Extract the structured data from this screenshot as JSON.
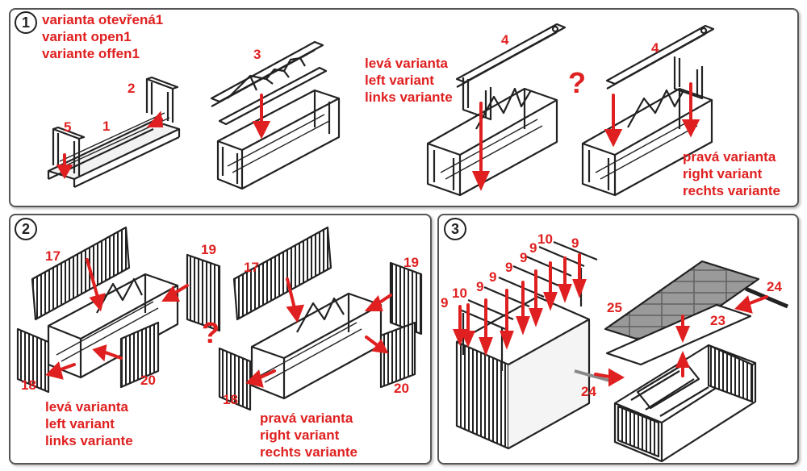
{
  "steps": {
    "s1": "1",
    "s2": "2",
    "s3": "3"
  },
  "panel1": {
    "title": [
      "varianta otevřená1",
      "variant open1",
      "variante offen1"
    ],
    "left_variant": [
      "levá varianta",
      "left variant",
      "links variante"
    ],
    "right_variant": [
      "pravá varianta",
      "right variant",
      "rechts variante"
    ],
    "question": "?",
    "parts": {
      "p1": "1",
      "p2": "2",
      "p3": "3",
      "p4a": "4",
      "p4b": "4",
      "p5": "5"
    }
  },
  "panel2": {
    "left_variant": [
      "levá varianta",
      "left variant",
      "links variante"
    ],
    "right_variant": [
      "pravá varianta",
      "right variant",
      "rechts variante"
    ],
    "question": "?",
    "parts": {
      "a17": "17",
      "a18": "18",
      "a19": "19",
      "a20": "20",
      "b17": "17",
      "b18": "18",
      "b19": "19",
      "b20": "20"
    }
  },
  "panel3": {
    "parts": {
      "n9a": "9",
      "n10a": "10",
      "n9b": "9",
      "n9c": "9",
      "n9d": "9",
      "n9e": "9",
      "n9f": "9",
      "n10b": "10",
      "n9g": "9",
      "n25": "25",
      "n23": "23",
      "n24a": "24",
      "n24b": "24"
    }
  },
  "colors": {
    "accent": "#e02020",
    "line": "#222222",
    "frame": "#555555"
  }
}
